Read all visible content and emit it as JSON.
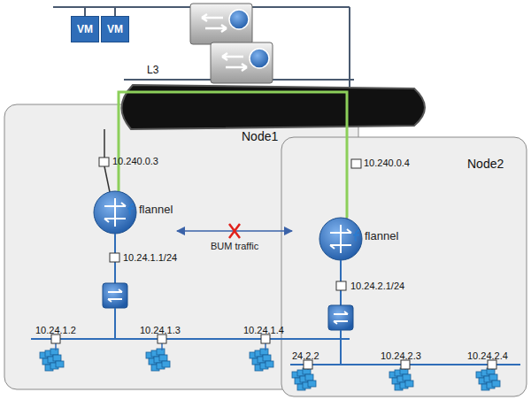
{
  "diagram": {
    "nodes": [
      {
        "text": [
          "VM"
        ]
      },
      {
        "text": [
          "VM"
        ]
      },
      {
        "text": [
          "Node1"
        ]
      },
      {
        "text": [
          "Node2"
        ]
      },
      {
        "text": [
          "flannel"
        ],
        "in": 2
      },
      {
        "text": [
          "flannel"
        ],
        "in": 3
      }
    ],
    "edges": [
      {
        "from": 4,
        "to": 5,
        "arrow": "both",
        "label": "BUM traffic"
      }
    ],
    "labels": [
      "L3",
      "10.240.0.3",
      "10.24.1.1/24",
      "10.24.1.2",
      "10.24.1.3",
      "10.24.1.4",
      "10.240.0.4",
      "10.24.2.1/24",
      "24.2.2",
      "10.24.2.3",
      "10.24.2.4"
    ]
  }
}
